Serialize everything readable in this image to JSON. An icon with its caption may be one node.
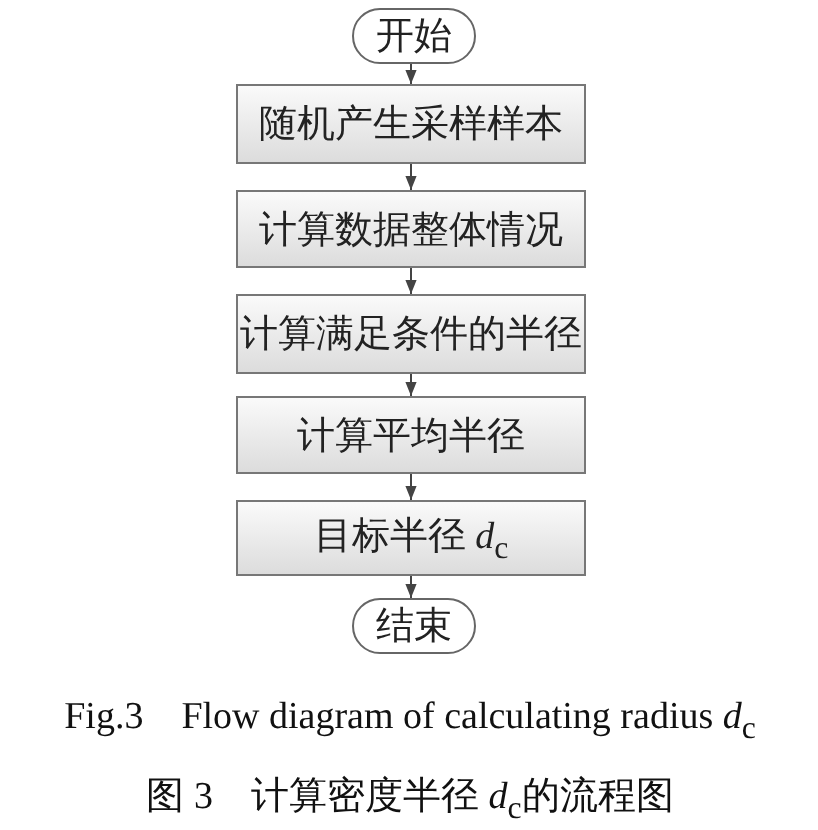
{
  "diagram": {
    "caption": "Fig.3　Flow diagram of calculating radius *d*$_{c}$ 图 3　计算密度半径 *d*$_{c}$的流程图",
    "nodes": [
      {
        "text": [
          "开始"
        ]
      },
      {
        "text": [
          "随机产生采样样本"
        ]
      },
      {
        "text": [
          "计算数据整体情况"
        ]
      },
      {
        "text": [
          "计算满足条件的半径"
        ]
      },
      {
        "text": [
          "计算平均半径"
        ]
      },
      {
        "text": [
          "目标半径 *d*$_{c}$"
        ]
      },
      {
        "text": [
          "结束"
        ]
      }
    ],
    "edges": [
      {
        "from": 0,
        "to": 1,
        "arrow": "to"
      },
      {
        "from": 1,
        "to": 2,
        "arrow": "to"
      },
      {
        "from": 2,
        "to": 3,
        "arrow": "to"
      },
      {
        "from": 3,
        "to": 4,
        "arrow": "to"
      },
      {
        "from": 4,
        "to": 5,
        "arrow": "to"
      },
      {
        "from": 5,
        "to": 6,
        "arrow": "to"
      }
    ]
  }
}
